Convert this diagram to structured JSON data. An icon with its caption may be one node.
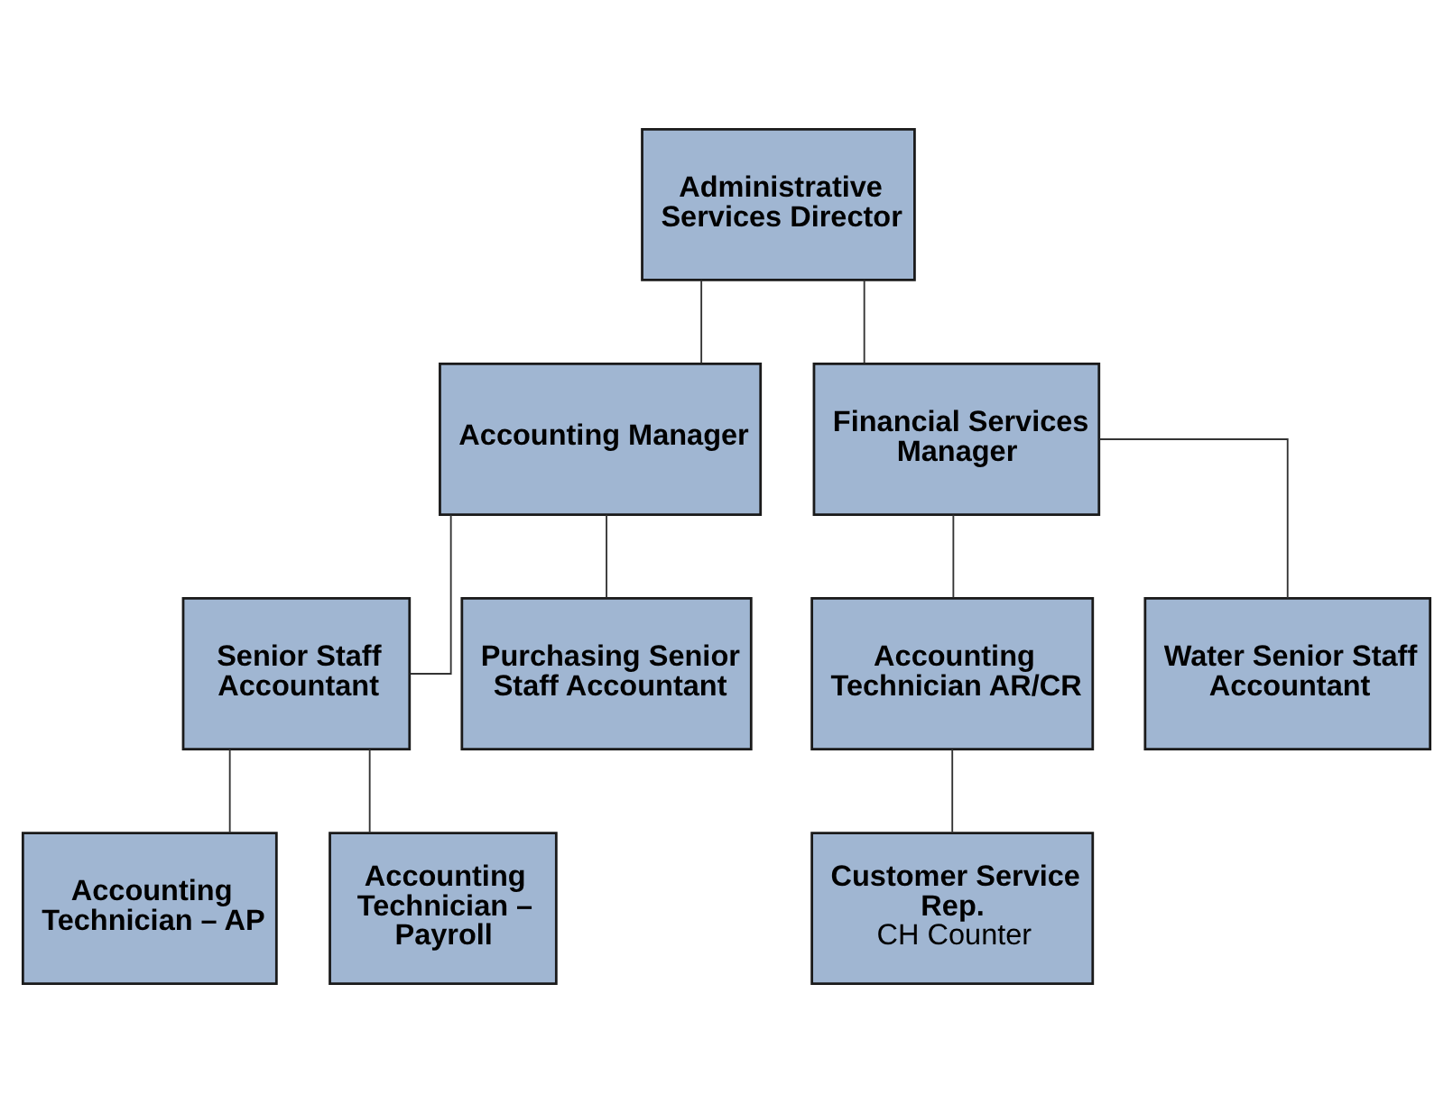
{
  "diagram": {
    "nodes": [
      {
        "text": [
          "Administrative Services Director"
        ]
      },
      {
        "text": [
          "Accounting Manager"
        ]
      },
      {
        "text": [
          "Financial Services Manager"
        ]
      },
      {
        "text": [
          "Senior Staff Accountant"
        ]
      },
      {
        "text": [
          "Purchasing Senior Staff Accountant"
        ]
      },
      {
        "text": [
          "Accounting Technician AR/CR"
        ]
      },
      {
        "text": [
          "Water Senior Staff Accountant"
        ]
      },
      {
        "text": [
          "Accounting Technician – AP"
        ]
      },
      {
        "text": [
          "Accounting Technician – Payroll"
        ]
      },
      {
        "text": [
          "Customer Service Rep.",
          "CH Counter"
        ]
      }
    ],
    "edges": [
      {
        "from": 0,
        "to": 1,
        "arrow": "none"
      },
      {
        "from": 0,
        "to": 2,
        "arrow": "none"
      },
      {
        "from": 1,
        "to": 3,
        "arrow": "none"
      },
      {
        "from": 1,
        "to": 4,
        "arrow": "none"
      },
      {
        "from": 2,
        "to": 5,
        "arrow": "none"
      },
      {
        "from": 2,
        "to": 6,
        "arrow": "none"
      },
      {
        "from": 3,
        "to": 7,
        "arrow": "none"
      },
      {
        "from": 3,
        "to": 8,
        "arrow": "none"
      },
      {
        "from": 5,
        "to": 9,
        "arrow": "none"
      }
    ]
  }
}
